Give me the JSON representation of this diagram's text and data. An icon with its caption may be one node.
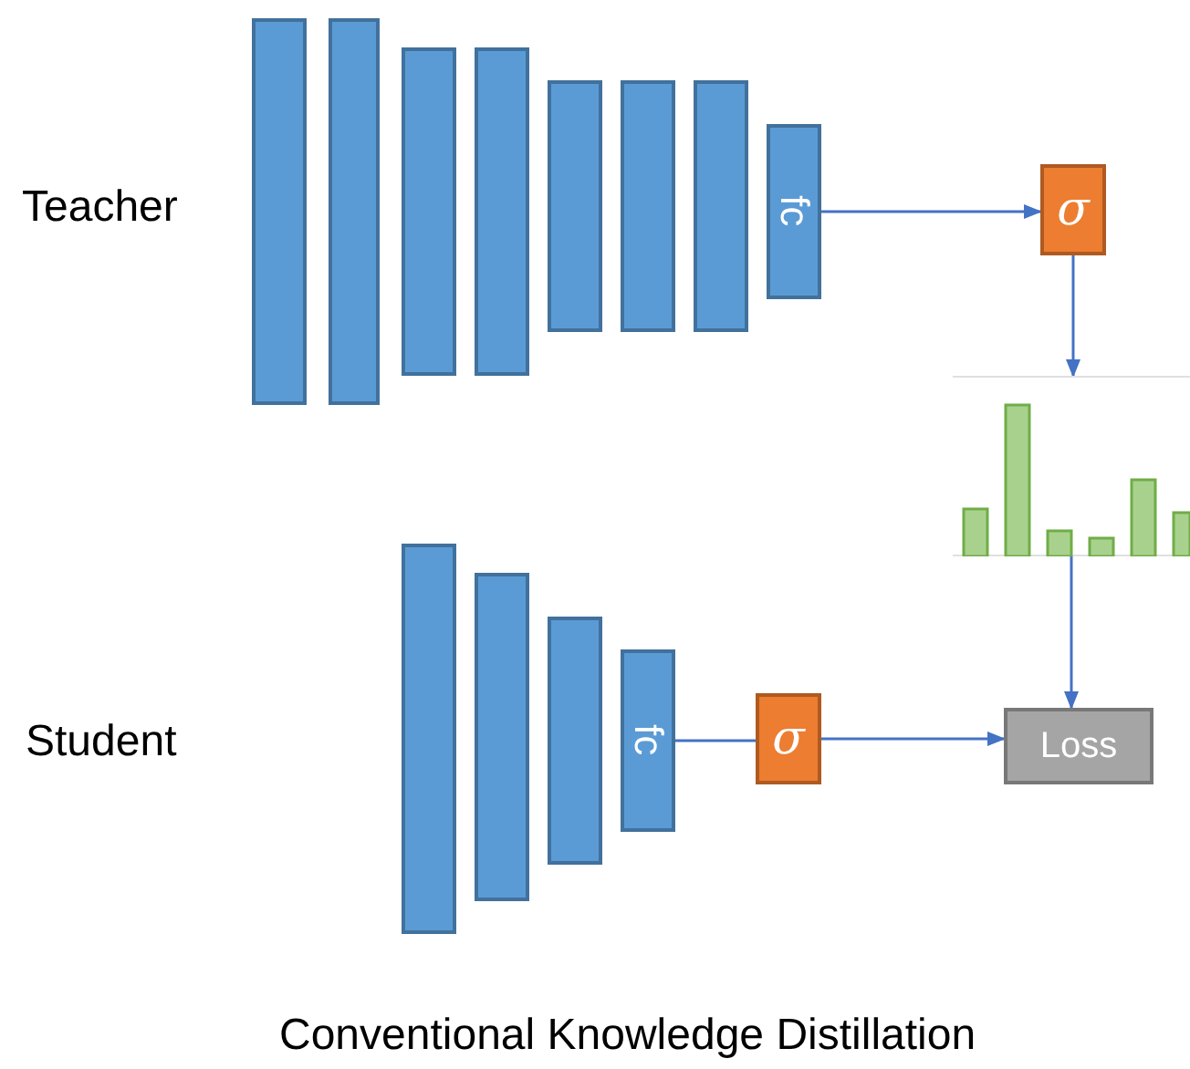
{
  "diagram": {
    "caption": "Conventional Knowledge Distillation",
    "nodes": [
      {
        "text": [],
        "shape": "bar"
      },
      {
        "text": [],
        "shape": "bar"
      },
      {
        "text": [],
        "shape": "bar"
      },
      {
        "text": [],
        "shape": "bar"
      },
      {
        "text": [],
        "shape": "bar"
      },
      {
        "text": [],
        "shape": "bar"
      },
      {
        "text": [],
        "shape": "bar"
      },
      {
        "text": [
          "fc"
        ]
      },
      {
        "text": [
          "σ"
        ]
      },
      {
        "text": [],
        "shape": "picture"
      },
      {
        "text": [],
        "shape": "bar"
      },
      {
        "text": [],
        "shape": "bar"
      },
      {
        "text": [],
        "shape": "bar"
      },
      {
        "text": [
          "fc"
        ]
      },
      {
        "text": [
          "σ"
        ]
      },
      {
        "text": [
          "Loss"
        ]
      }
    ],
    "edges": [
      {
        "from": 7,
        "to": 8,
        "arrow": "to"
      },
      {
        "from": 8,
        "to": 9,
        "arrow": "to"
      },
      {
        "from": 9,
        "to": 15,
        "arrow": "to"
      },
      {
        "from": 13,
        "to": 14,
        "arrow": "none"
      },
      {
        "from": 14,
        "to": 15,
        "arrow": "to"
      }
    ],
    "labels": [
      "Teacher",
      "Student"
    ]
  }
}
